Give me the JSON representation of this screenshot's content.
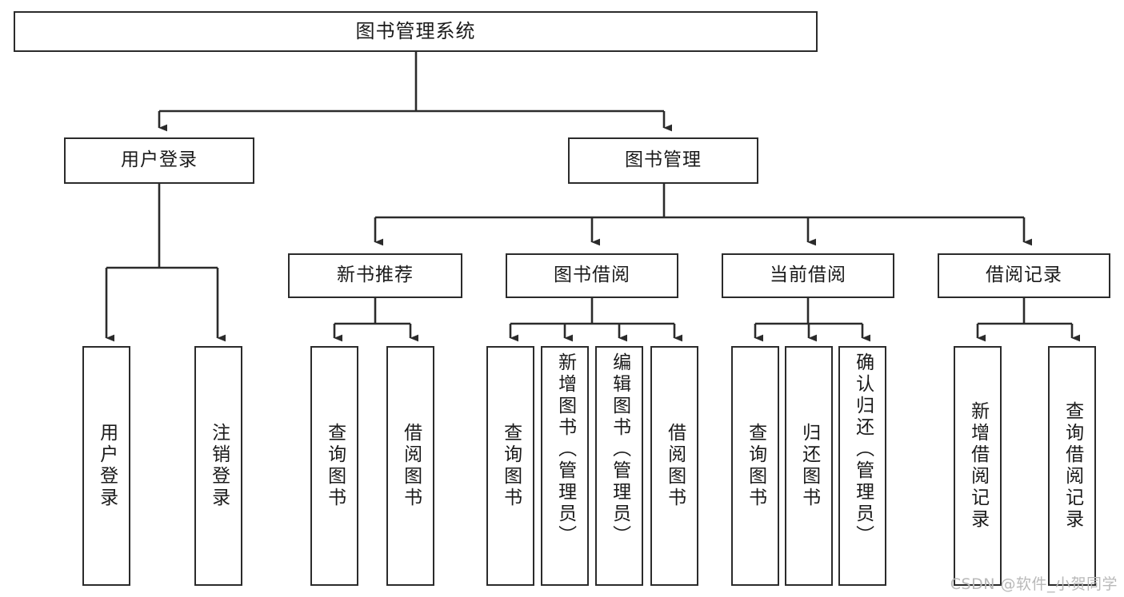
{
  "diagram": {
    "title": "图书管理系统",
    "type": "tree-hierarchy",
    "watermark": "CSDN @软件_小贺同学",
    "line_color": "#2b2b2b",
    "box_fill": "#ffffff",
    "text_color": "#1a1a1a",
    "watermark_color": "#b9b9b9"
  },
  "nodes": {
    "root": {
      "label": "图书管理系统"
    },
    "level2": [
      {
        "label": "用户登录"
      },
      {
        "label": "图书管理"
      }
    ],
    "level3": [
      {
        "label": "新书推荐"
      },
      {
        "label": "图书借阅"
      },
      {
        "label": "当前借阅"
      },
      {
        "label": "借阅记录"
      }
    ],
    "leaves": [
      {
        "label": "用户登录",
        "parent": "用户登录"
      },
      {
        "label": "注销登录",
        "parent": "用户登录"
      },
      {
        "label": "查询图书",
        "parent": "新书推荐"
      },
      {
        "label": "借阅图书",
        "parent": "新书推荐"
      },
      {
        "label": "查询图书",
        "parent": "图书借阅"
      },
      {
        "label": "新增图书（管理员）",
        "parent": "图书借阅"
      },
      {
        "label": "编辑图书（管理员）",
        "parent": "图书借阅"
      },
      {
        "label": "借阅图书",
        "parent": "图书借阅"
      },
      {
        "label": "查询图书",
        "parent": "当前借阅"
      },
      {
        "label": "归还图书",
        "parent": "当前借阅"
      },
      {
        "label": "确认归还（管理员）",
        "parent": "当前借阅"
      },
      {
        "label": "新增借阅记录",
        "parent": "借阅记录"
      },
      {
        "label": "查询借阅记录",
        "parent": "借阅记录"
      }
    ]
  }
}
